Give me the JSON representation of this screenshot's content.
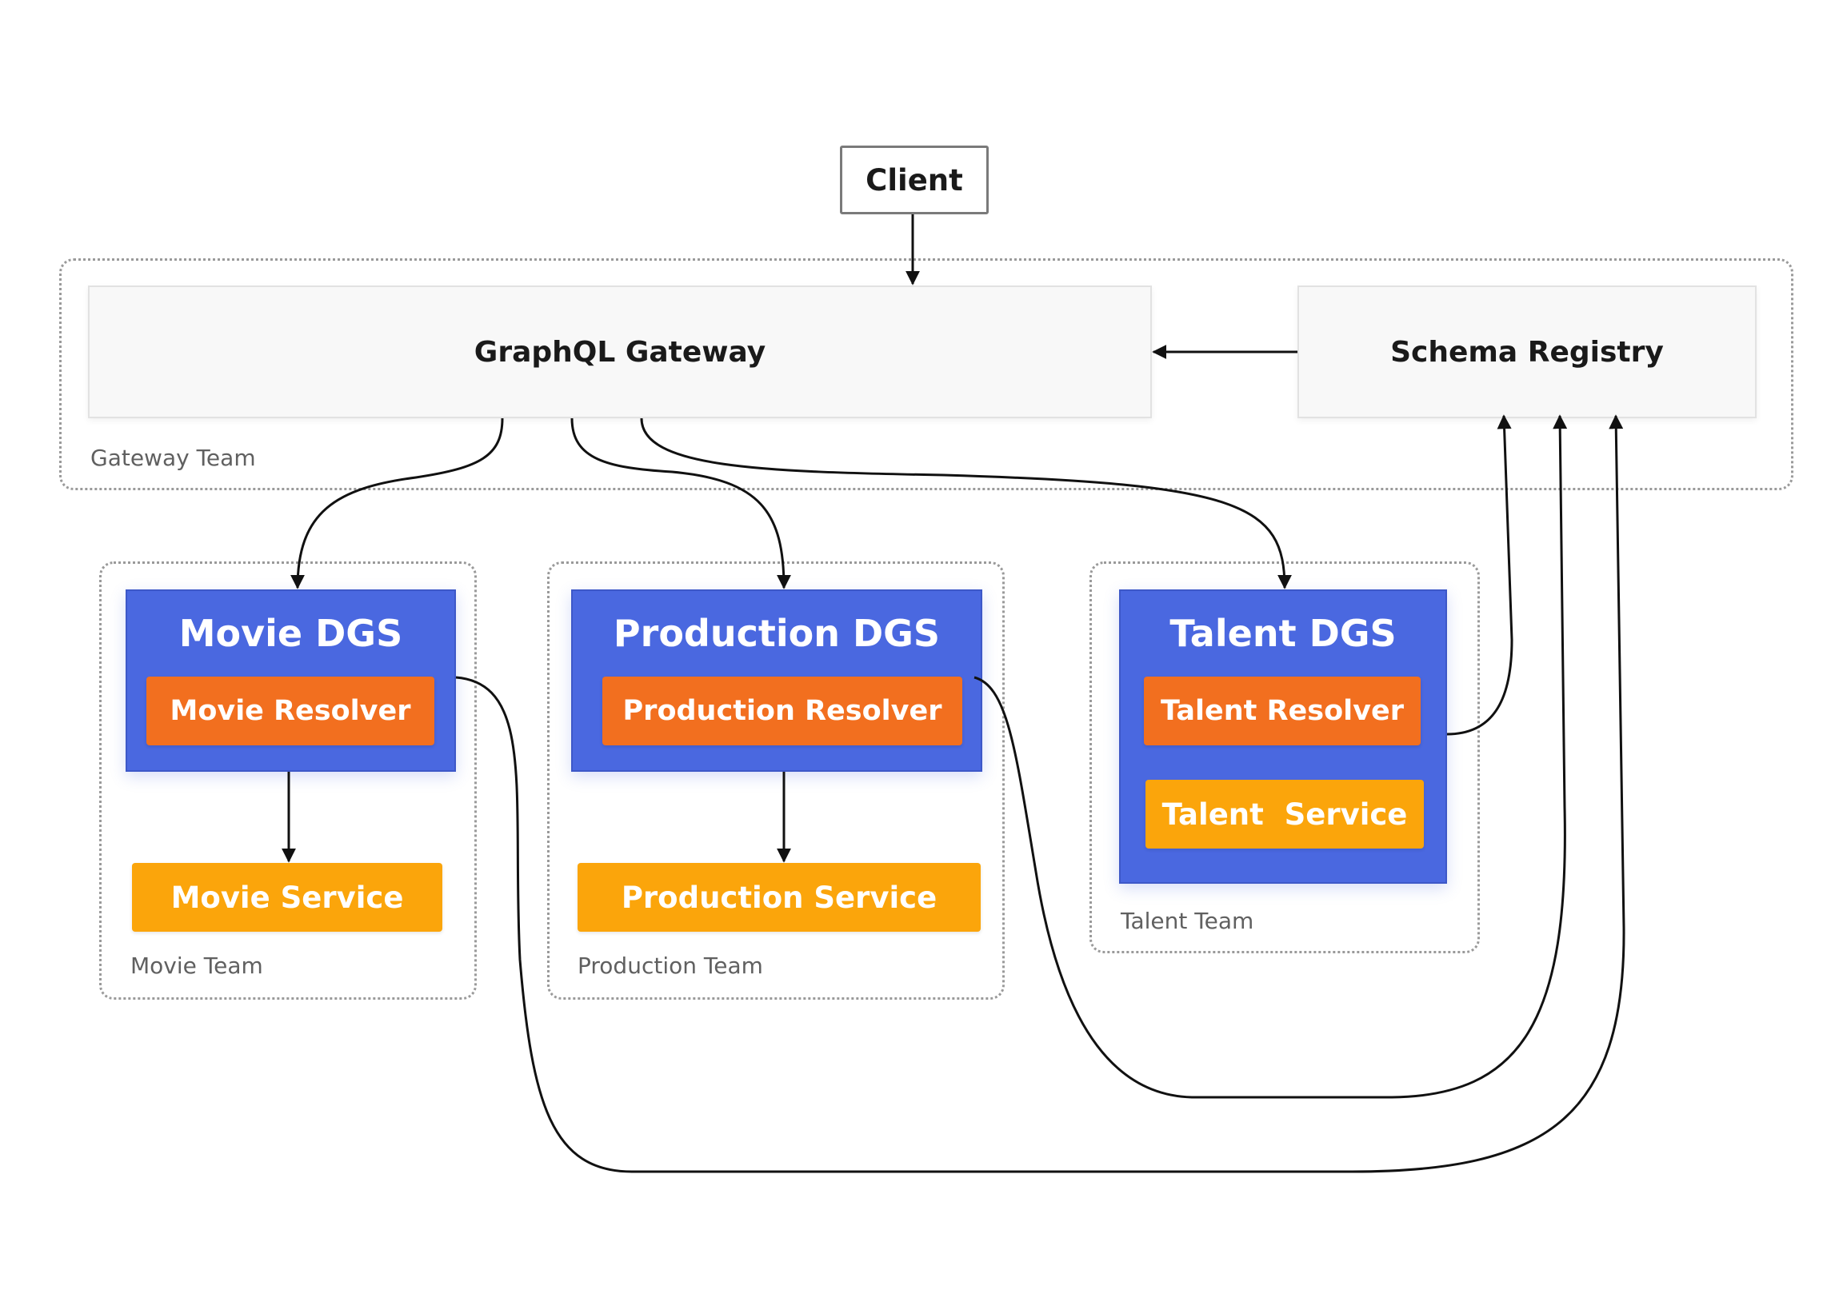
{
  "client": {
    "label": "Client"
  },
  "gateway_group": {
    "team_label": "Gateway Team",
    "gateway": {
      "label": "GraphQL Gateway"
    },
    "registry": {
      "label": "Schema Registry"
    }
  },
  "movie_group": {
    "team_label": "Movie Team",
    "dgs_label": "Movie DGS",
    "resolver_label": "Movie Resolver",
    "service_label": "Movie Service"
  },
  "production_group": {
    "team_label": "Production Team",
    "dgs_label": "Production DGS",
    "resolver_label": "Production Resolver",
    "service_label": "Production Service"
  },
  "talent_group": {
    "team_label": "Talent Team",
    "dgs_label": "Talent DGS",
    "resolver_label": "Talent Resolver",
    "service_label": "Talent  Service"
  },
  "colors": {
    "dgs": "#4a68e0",
    "resolver": "#f26f1f",
    "service": "#fba50b",
    "box_gray": "#f8f8f8",
    "edge": "#111111"
  }
}
